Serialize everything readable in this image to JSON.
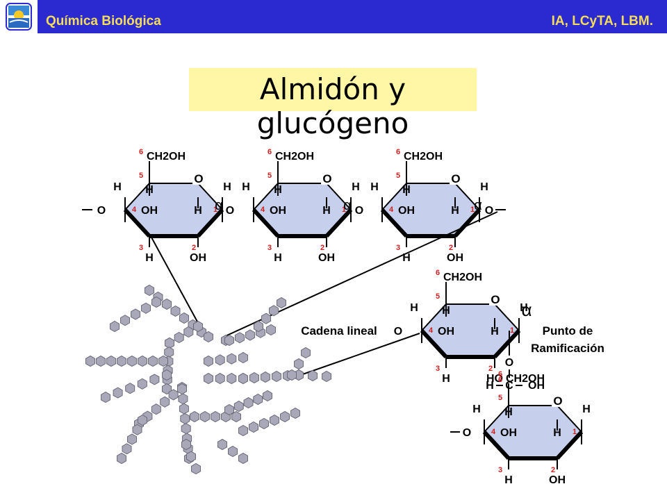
{
  "header": {
    "left": "Química Biológica",
    "right": "IA, LCyTA, LBM."
  },
  "title": "Almidón y glucógeno",
  "ring_labels": {
    "ch2oh": "CH2OH",
    "h": "H",
    "oh": "OH",
    "ho": "HO",
    "o": "O",
    "c": "C",
    "alpha": "α",
    "n1": "1",
    "n2": "2",
    "n3": "3",
    "n4": "4",
    "n5": "5",
    "n6": "6"
  },
  "annotations": {
    "linear_chain": "Cadena lineal",
    "branch_point_1": "Punto de",
    "branch_point_2": "Ramificación"
  },
  "colors": {
    "header_bg": "#2a2ad0",
    "header_text": "#f5dc5a",
    "title_bg": "#fff7a6",
    "ring_fill": "#c6d0ec",
    "carbon_numbers": "#d02020",
    "bead_fill": "#a8a8b8"
  }
}
